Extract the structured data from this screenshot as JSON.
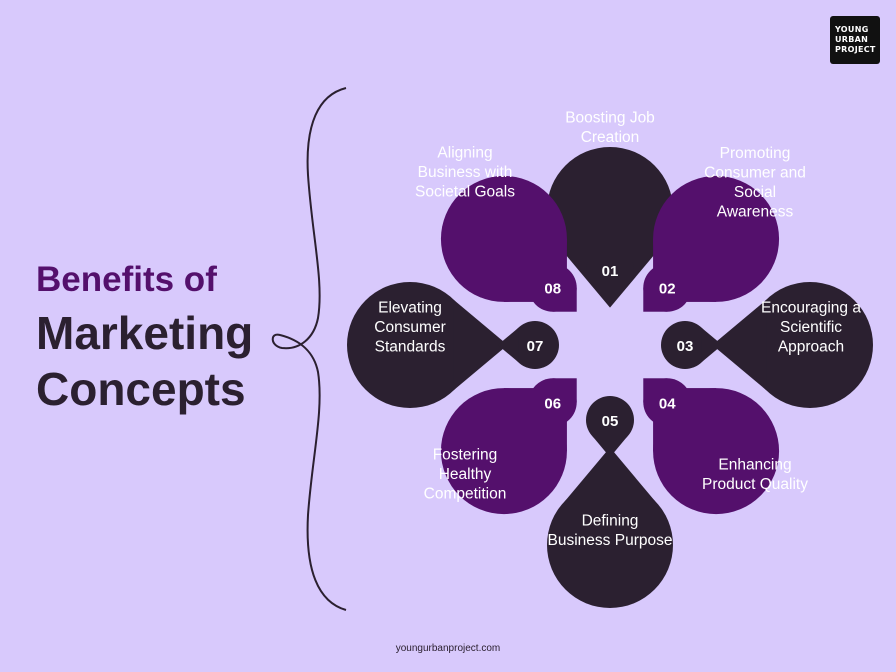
{
  "title": {
    "line1": "Benefits of",
    "line2": "Marketing",
    "line3": "Concepts"
  },
  "logo": {
    "line1": "YOUNG",
    "line2": "URBAN",
    "line3": "PROJECT"
  },
  "footer": "youngurbanproject.com",
  "colors": {
    "background": "#d8c9fc",
    "dark": "#2b2030",
    "purple": "#54106c",
    "text_light": "#ffffff"
  },
  "items": [
    {
      "number": "01",
      "label": [
        "Boosting Job",
        "Creation"
      ]
    },
    {
      "number": "02",
      "label": [
        "Promoting",
        "Consumer and",
        "Social",
        "Awareness"
      ]
    },
    {
      "number": "03",
      "label": [
        "Encouraging a",
        "Scientific",
        "Approach"
      ]
    },
    {
      "number": "04",
      "label": [
        "Enhancing",
        "Product Quality"
      ]
    },
    {
      "number": "05",
      "label": [
        "Defining",
        "Business Purpose"
      ]
    },
    {
      "number": "06",
      "label": [
        "Fostering",
        "Healthy",
        "Competition"
      ]
    },
    {
      "number": "07",
      "label": [
        "Elevating",
        "Consumer",
        "Standards"
      ]
    },
    {
      "number": "08",
      "label": [
        "Aligning",
        "Business with",
        "Societal Goals"
      ]
    }
  ]
}
